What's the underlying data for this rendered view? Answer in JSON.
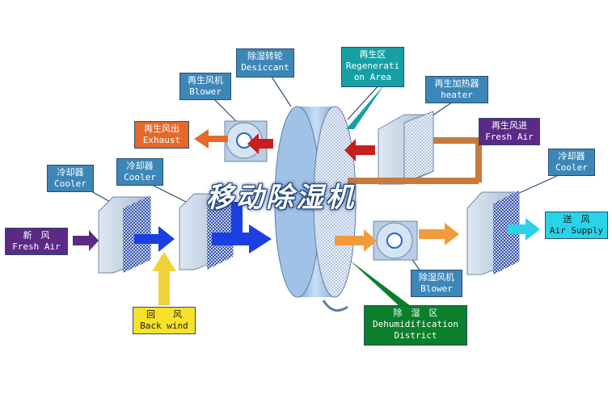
{
  "title": "移动除湿机",
  "colors": {
    "label_blue": "#3d87b8",
    "label_teal": "#16a0a6",
    "exhaust_orange": "#e46a2a",
    "fresh_air_purple": "#5a2a86",
    "back_wind_yellow": "#f7e12a",
    "supply_cyan": "#29d3ea",
    "district_green": "#0b7f2a",
    "wheel_blue": "#a9c9ea",
    "flow_blue": "#1b3fe0"
  },
  "labels": {
    "desiccant": {
      "cn": "除湿转轮",
      "en": "Desiccant"
    },
    "regeneration_area": {
      "cn": "再生区",
      "en_line1": "Regenerati",
      "en_line2": "on Area"
    },
    "regen_blower": {
      "cn": "再生风机",
      "en": "Blower"
    },
    "regen_heater": {
      "cn": "再生加热器",
      "en": "heater"
    },
    "exhaust": {
      "cn": "再生风出",
      "en": "Exhaust"
    },
    "regen_fresh_air": {
      "cn": "再生风进",
      "en": "Fresh Air"
    },
    "cooler_1": {
      "cn": "冷却器",
      "en": "Cooler"
    },
    "cooler_2": {
      "cn": "冷却器",
      "en": "Cooler"
    },
    "cooler_3": {
      "cn": "冷却器",
      "en": "Cooler"
    },
    "fresh_air_in": {
      "cn": "新　风",
      "en": "Fresh Air"
    },
    "air_supply": {
      "cn": "送　风",
      "en": "Air Supply"
    },
    "back_wind": {
      "cn": "回　　风",
      "en": "Back wind"
    },
    "dehum_blower": {
      "cn": "除湿风机",
      "en": "Blower"
    },
    "dehum_district": {
      "cn": "除　湿　区",
      "en_line1": "Dehumidification",
      "en_line2": "District"
    }
  }
}
